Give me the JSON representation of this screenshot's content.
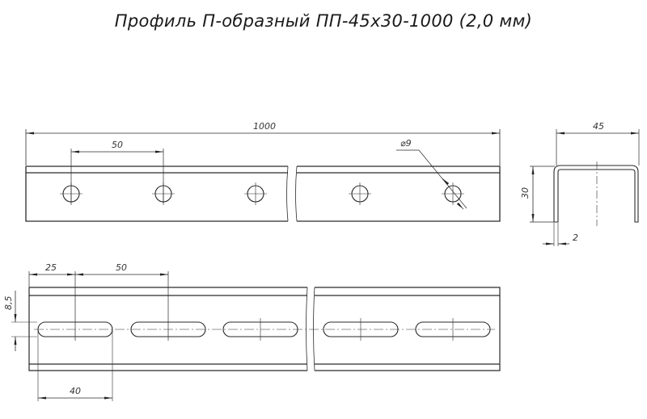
{
  "title": "Профиль П-образный ПП-45х30-1000 (2,0 мм)",
  "views": {
    "side": {
      "dims": {
        "length": "1000",
        "hole_pitch": "50",
        "hole_diameter": "⌀9"
      },
      "holes_count": 5
    },
    "cross_section": {
      "dims": {
        "width": "45",
        "height": "30",
        "thickness": "2"
      }
    },
    "top": {
      "dims": {
        "first_offset": "25",
        "slot_pitch": "50",
        "slot_width": "8,5",
        "slot_length": "40"
      },
      "slots_count": 5
    }
  },
  "colors": {
    "line": "#2a2a2a",
    "thin": "#555555",
    "background": "#ffffff"
  }
}
